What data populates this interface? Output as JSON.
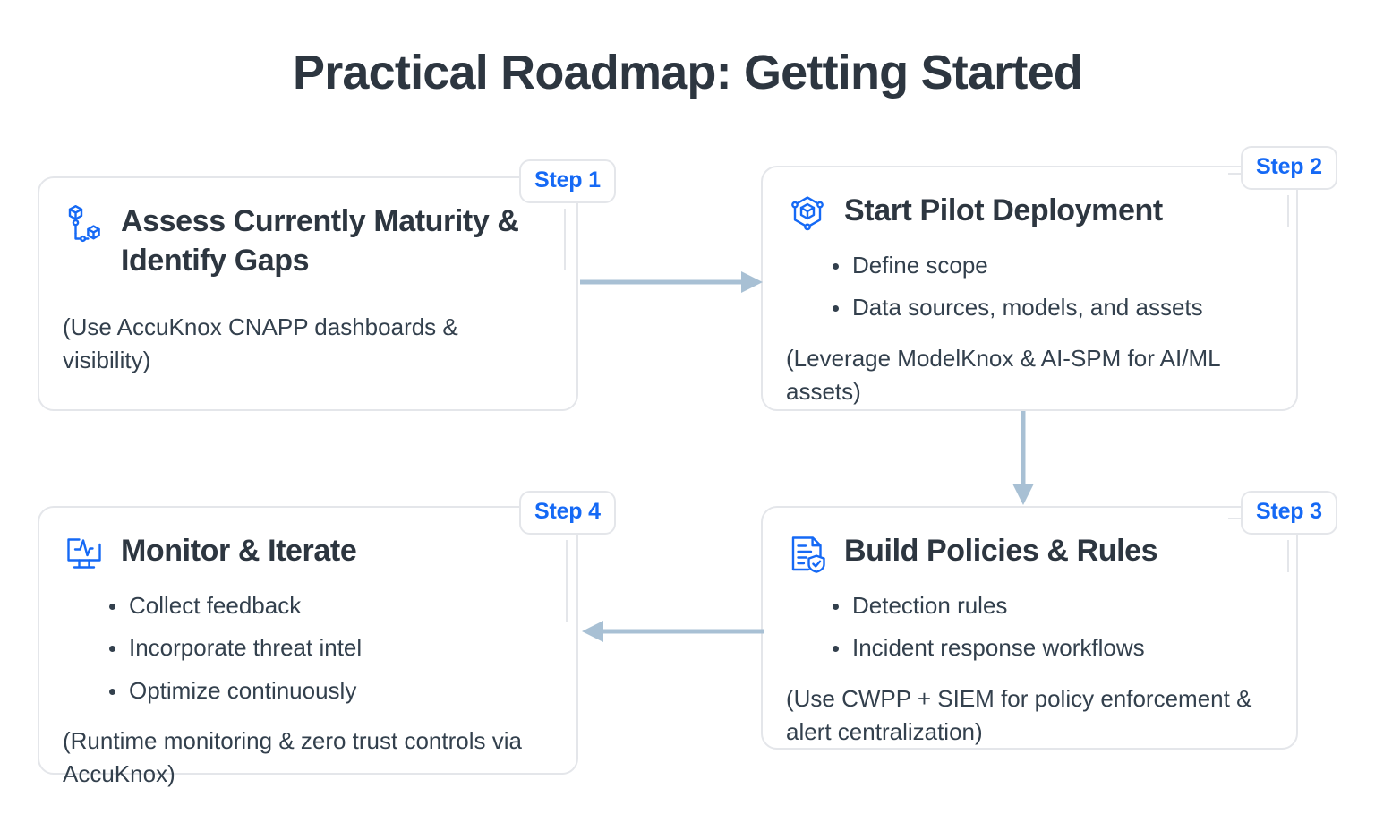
{
  "page": {
    "title": "Practical Roadmap: Getting Started",
    "background_color": "#ffffff",
    "title_color": "#2d3640",
    "accent_color": "#1569f5",
    "arrow_color": "#a8c0d4",
    "border_color": "#e4e6ea",
    "body_text_color": "#33404d"
  },
  "steps": [
    {
      "badge": "Step 1",
      "icon": "assets-graph-icon",
      "title": "Assess Currently Maturity & Identify Gaps",
      "bullets": [],
      "note": "(Use AccuKnox CNAPP dashboards & visibility)"
    },
    {
      "badge": "Step 2",
      "icon": "hexagon-cube-deployment-icon",
      "title": "Start Pilot Deployment",
      "bullets": [
        "Define scope",
        "Data sources, models, and assets"
      ],
      "note": "(Leverage ModelKnox & AI-SPM for AI/ML assets)"
    },
    {
      "badge": "Step 3",
      "icon": "document-shield-check-icon",
      "title": "Build Policies & Rules",
      "bullets": [
        "Detection rules",
        "Incident response workflows"
      ],
      "note": "(Use CWPP + SIEM for policy enforcement & alert centralization)"
    },
    {
      "badge": "Step 4",
      "icon": "monitor-pulse-icon",
      "title": "Monitor & Iterate",
      "bullets": [
        "Collect feedback",
        "Incorporate threat intel",
        "Optimize continuously"
      ],
      "note": "(Runtime monitoring & zero trust controls via AccuKnox)"
    }
  ],
  "arrows": [
    {
      "name": "arrow-step1-to-step2",
      "direction": "right"
    },
    {
      "name": "arrow-step2-to-step3",
      "direction": "down"
    },
    {
      "name": "arrow-step3-to-step4",
      "direction": "left"
    }
  ]
}
